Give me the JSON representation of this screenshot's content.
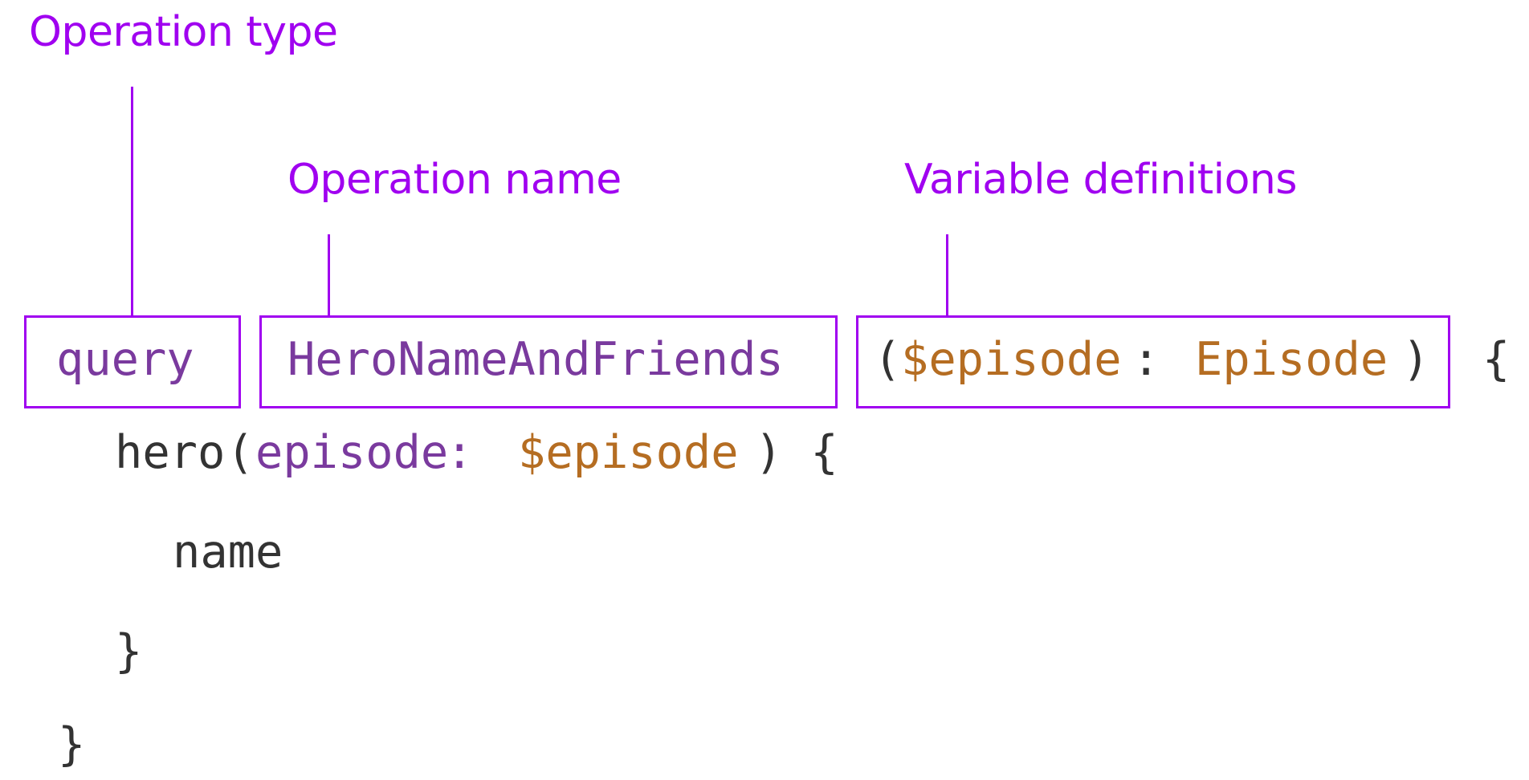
{
  "colors": {
    "annotation": "#a000f0",
    "keyword": "#7a3a9e",
    "variable": "#b56d22",
    "plain": "#333333",
    "background": "#ffffff"
  },
  "labels": {
    "operation_type": "Operation type",
    "operation_name": "Operation name",
    "variable_definitions": "Variable definitions"
  },
  "code": {
    "line1": {
      "keyword": "query",
      "name": "HeroNameAndFriends",
      "paren_open": "(",
      "variable": "$episode",
      "colon": ": ",
      "type": "Episode",
      "paren_close": ")",
      "brace_open": "{"
    },
    "line2": {
      "field": "hero",
      "paren_open": "(",
      "arg": "episode",
      "colon": ": ",
      "variable": "$episode",
      "paren_close": ")",
      "brace_open": " {"
    },
    "line3": {
      "field": "name"
    },
    "line4": {
      "brace_close": "}"
    },
    "line5": {
      "brace_close": "}"
    }
  }
}
